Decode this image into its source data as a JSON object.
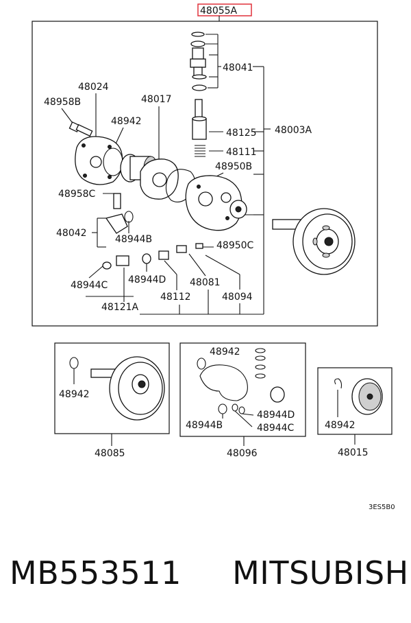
{
  "main_part": {
    "number": "48055A",
    "highlight_color": "#e0303a"
  },
  "labels": {
    "p48041": "48041",
    "p48024": "48024",
    "p48958B": "48958B",
    "p48017": "48017",
    "p48942_top": "48942",
    "p48125": "48125",
    "p48003A": "48003A",
    "p48111": "48111",
    "p48950B": "48950B",
    "p48958C": "48958C",
    "p48042": "48042",
    "p48944B_top": "48944B",
    "p48950C": "48950C",
    "p48944C_top": "48944C",
    "p48944D_top": "48944D",
    "p48081": "48081",
    "p48112": "48112",
    "p48094": "48094",
    "p48121A": "48121A",
    "box1_ring": "48942",
    "box1_title": "48085",
    "box2_ring": "48942",
    "box2_b": "48944B",
    "box2_d": "48944D",
    "box2_c": "48944C",
    "box2_title": "48096",
    "box3_ring": "48942",
    "box3_title": "48015",
    "diagram_code": "3ES5B0"
  },
  "footer": {
    "part_number": "MB553511",
    "brand": "MITSUBISHI"
  }
}
